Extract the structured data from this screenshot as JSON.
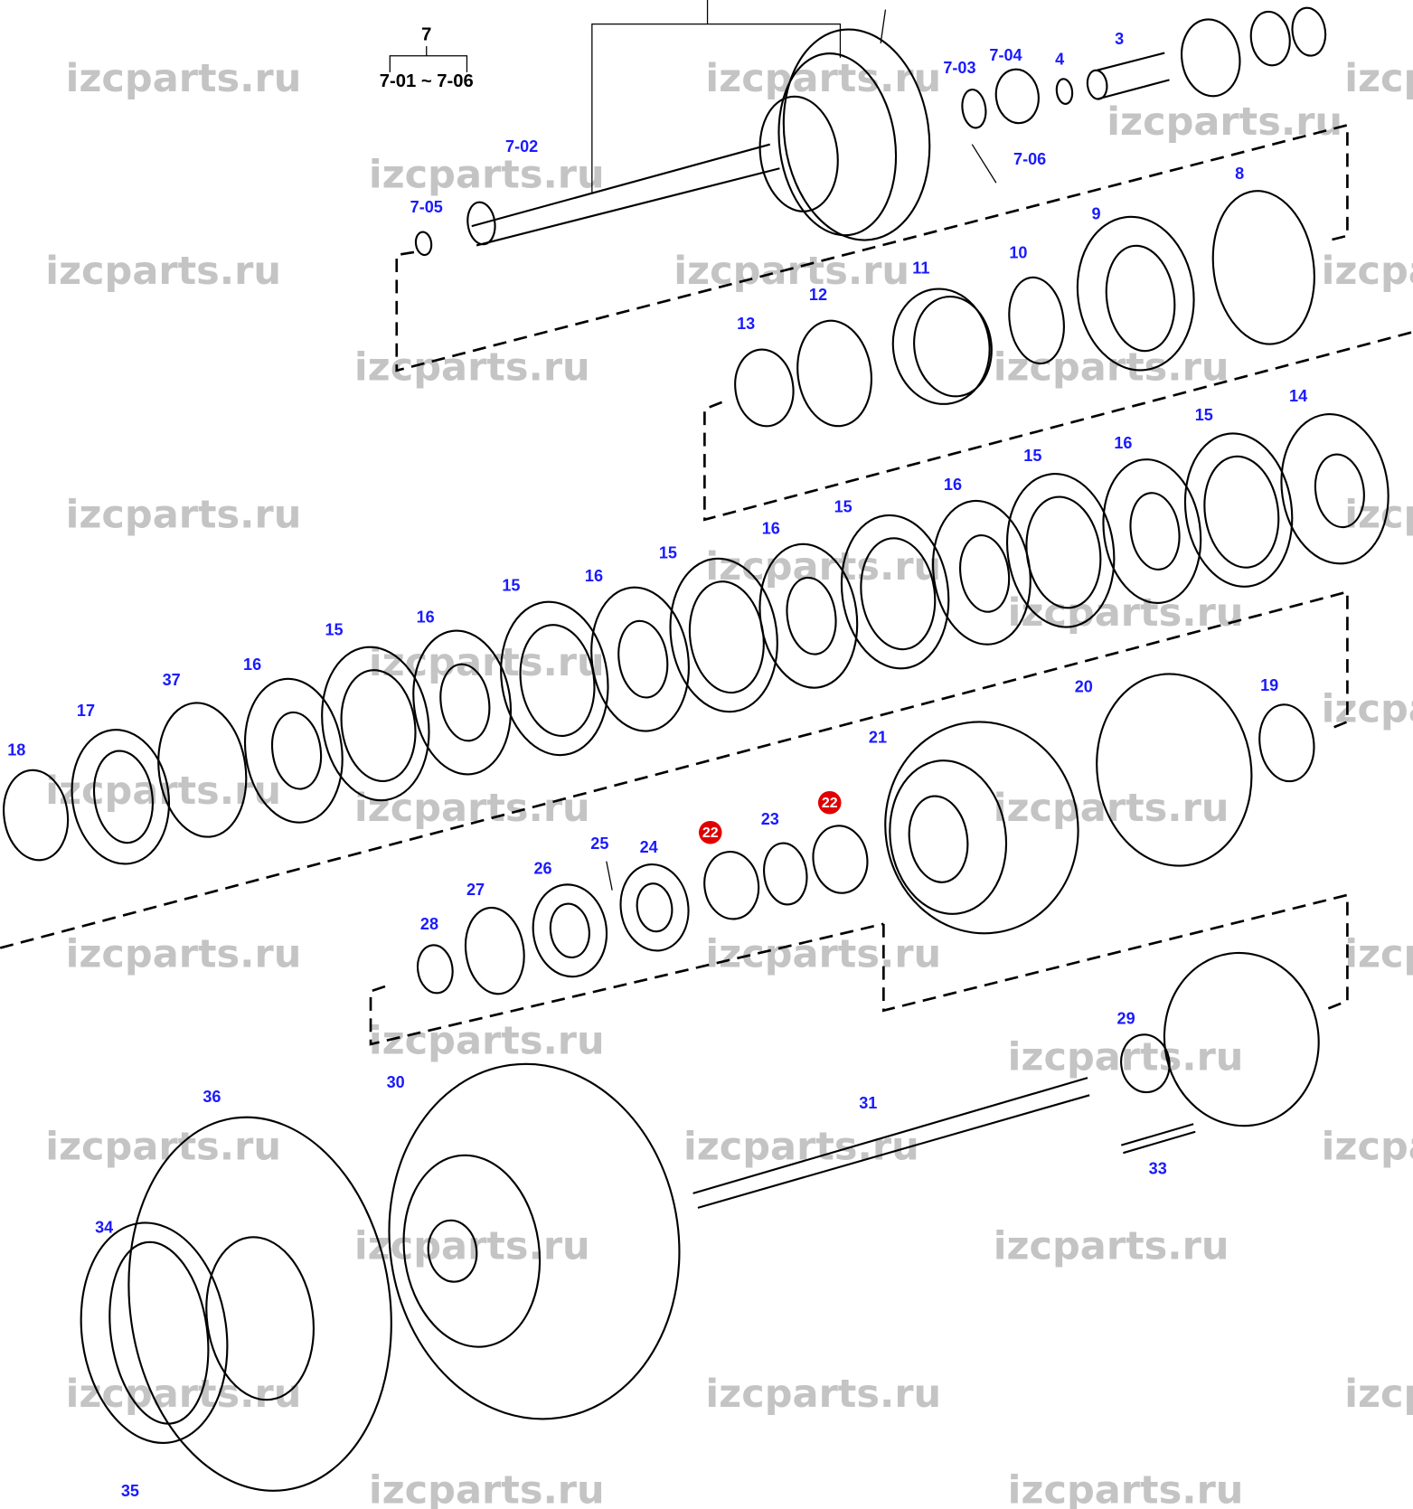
{
  "watermark": "izcparts.ru",
  "assembly_header": {
    "number": "7",
    "range": "7-01 ~ 7-06"
  },
  "callouts": [
    "7-02",
    "7-05",
    "7-03",
    "7-04",
    "4",
    "3",
    "7-06",
    "8",
    "9",
    "10",
    "11",
    "12",
    "13",
    "14",
    "15",
    "16",
    "15",
    "16",
    "15",
    "16",
    "15",
    "16",
    "15",
    "16",
    "15",
    "16",
    "37",
    "17",
    "18",
    "20",
    "19",
    "21",
    "23",
    "24",
    "25",
    "26",
    "27",
    "28",
    "29",
    "30",
    "31",
    "33",
    "36",
    "34",
    "35"
  ],
  "highlighted_callouts": [
    "22",
    "22"
  ],
  "colors": {
    "callout": "#1a1aff",
    "highlight": "#e00000",
    "watermark": "#c4c4c4"
  }
}
